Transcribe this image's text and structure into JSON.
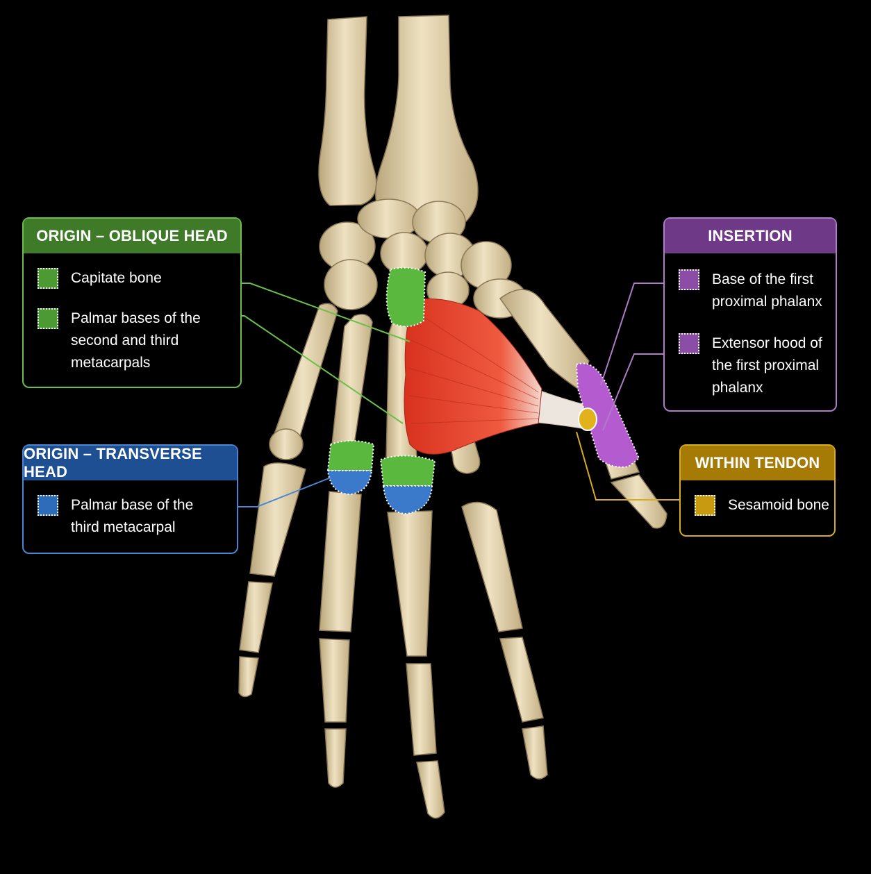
{
  "labels": {
    "origin_oblique": {
      "title": "ORIGIN – OBLIQUE HEAD",
      "color": "#4c9a33",
      "items": [
        "Capitate bone",
        "Palmar bases of the\nsecond and third\nmetacarpals"
      ]
    },
    "origin_transverse": {
      "title": "ORIGIN – TRANSVERSE HEAD",
      "color": "#2e6bb8",
      "items": [
        "Palmar base of the\nthird metacarpal"
      ]
    },
    "insertion": {
      "title": "INSERTION",
      "color": "#8b4da6",
      "items": [
        "Base of the first\nproximal phalanx",
        "Extensor hood of\nthe first proximal\nphalanx"
      ]
    },
    "within_tendon": {
      "title": "WITHIN TENDON",
      "color": "#c79a10",
      "items": [
        "Sesamoid bone"
      ]
    }
  },
  "colors": {
    "background": "#000000",
    "bone": "#e3d3ad",
    "muscle": "#e23a26",
    "tendon": "#e8e2da"
  }
}
